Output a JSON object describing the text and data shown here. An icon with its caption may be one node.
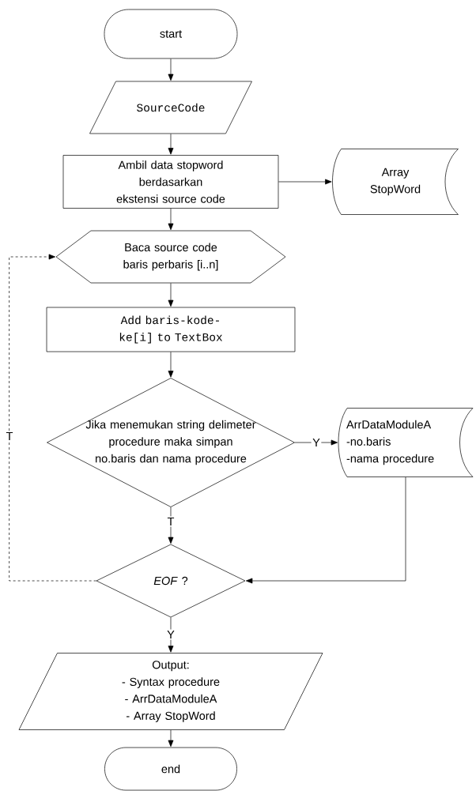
{
  "diagram": {
    "nodes": [
      {
        "text": [
          "start"
        ]
      },
      {
        "text": [
          "SourceCode"
        ]
      },
      {
        "text": [
          "Ambil data stopword berdasarkan ekstensi source code"
        ]
      },
      {
        "text": [
          "Array StopWord"
        ]
      },
      {
        "text": [
          "Baca source code baris perbaris [i..n]"
        ]
      },
      {
        "text": [
          "Add baris-kode-ke[i] to TextBox"
        ]
      },
      {
        "text": [
          "Jika menemukan string delimeter procedure maka simpan no.baris dan nama procedure"
        ]
      },
      {
        "text": [
          "ArrDataModuleA",
          "-no.baris",
          "-nama procedure"
        ]
      },
      {
        "text": [
          "*EOF* ?"
        ]
      },
      {
        "text": [
          "Output:",
          "- Syntax procedure",
          "- ArrDataModuleA",
          "- Array StopWord"
        ]
      },
      {
        "text": [
          "end"
        ]
      }
    ],
    "edges": [
      {
        "from": 0,
        "to": 1,
        "arrow": "to"
      },
      {
        "from": 1,
        "to": 2,
        "arrow": "to"
      },
      {
        "from": 2,
        "to": 3,
        "arrow": "to"
      },
      {
        "from": 2,
        "to": 4,
        "arrow": "to"
      },
      {
        "from": 4,
        "to": 5,
        "arrow": "to"
      },
      {
        "from": 5,
        "to": 6,
        "arrow": "to"
      },
      {
        "from": 6,
        "to": 7,
        "arrow": "to",
        "label": "Y"
      },
      {
        "from": 6,
        "to": 8,
        "arrow": "to",
        "label": "T"
      },
      {
        "from": 7,
        "to": 8,
        "arrow": "to"
      },
      {
        "from": 8,
        "to": 4,
        "arrow": "to",
        "label": "T",
        "style": "dashed"
      },
      {
        "from": 8,
        "to": 9,
        "arrow": "to",
        "label": "Y"
      },
      {
        "from": 9,
        "to": 10,
        "arrow": "to"
      }
    ]
  }
}
